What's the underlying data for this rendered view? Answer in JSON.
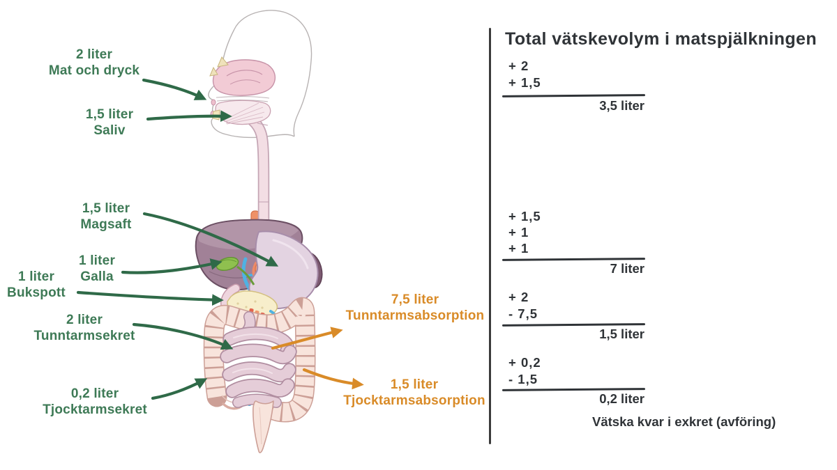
{
  "diagram": {
    "illustration": "digestive-system-sagittal",
    "secretion_labels": [
      {
        "amount": "2 liter",
        "name": "Mat och dryck"
      },
      {
        "amount": "1,5 liter",
        "name": "Saliv"
      },
      {
        "amount": "1,5 liter",
        "name": "Magsaft"
      },
      {
        "amount": "1 liter",
        "name": "Galla"
      },
      {
        "amount": "1 liter",
        "name": "Bukspott"
      },
      {
        "amount": "2 liter",
        "name": "Tunntarmsekret"
      },
      {
        "amount": "0,2 liter",
        "name": "Tjocktarmsekret"
      }
    ],
    "absorption_labels": [
      {
        "amount": "7,5 liter",
        "name": "Tunntarmsabsorption"
      },
      {
        "amount": "1,5 liter",
        "name": "Tjocktarmsabsorption"
      }
    ],
    "colors": {
      "secretion_green": "#3e7a56",
      "arrow_green": "#2f6a48",
      "absorption_orange": "#d98b28",
      "ink": "#2f3337"
    }
  },
  "calculation": {
    "title": "Total vätskevolym i matspjälkningen",
    "blocks": [
      {
        "entries": [
          "+ 2",
          "+ 1,5"
        ],
        "result": "3,5 liter"
      },
      {
        "entries": [
          "+ 1,5",
          "+ 1",
          "+ 1"
        ],
        "result": "7 liter"
      },
      {
        "entries": [
          "+ 2",
          "- 7,5"
        ],
        "result": "1,5 liter"
      },
      {
        "entries": [
          "+ 0,2",
          "- 1,5"
        ],
        "result": "0,2 liter"
      }
    ],
    "footnote": "Vätska kvar i exkret (avföring)"
  }
}
